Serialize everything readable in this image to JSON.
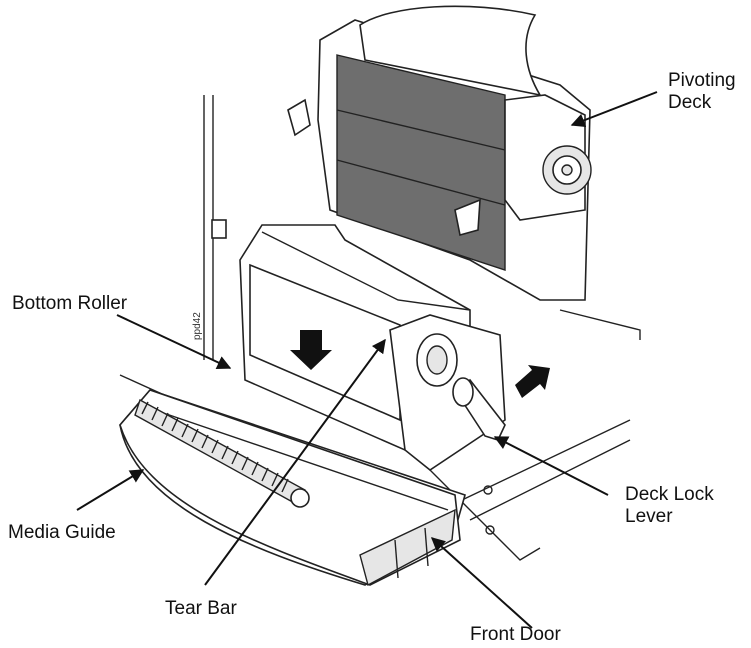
{
  "labels": {
    "pivoting_deck": [
      "Pivoting",
      "Deck"
    ],
    "bottom_roller": "Bottom Roller",
    "media_guide": "Media Guide",
    "tear_bar": "Tear Bar",
    "front_door": "Front Door",
    "deck_lock_lever": [
      "Deck Lock",
      "Lever"
    ],
    "figure_code": "ppd42"
  },
  "colors": {
    "line": "#111111",
    "media": "#6e6e6e",
    "background": "#ffffff"
  }
}
